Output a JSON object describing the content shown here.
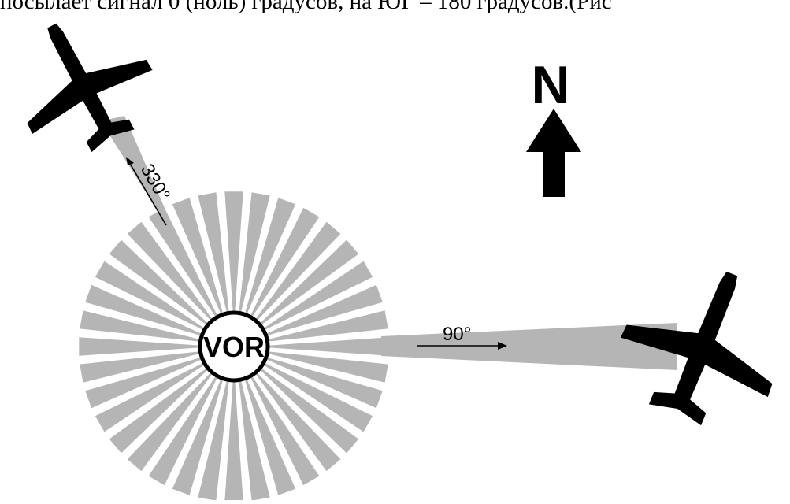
{
  "caption": {
    "text": "посылает сигнал 0 (ноль) градусов, на ЮГ – 180 градусов.(Рис"
  },
  "diagram": {
    "station_label": "VOR",
    "north_label": "N",
    "radials": [
      {
        "angle_label": "330°",
        "bearing_deg": 330
      },
      {
        "angle_label": "90°",
        "bearing_deg": 90
      }
    ],
    "colors": {
      "beam": "#b5b5b5",
      "aircraft": "#000000",
      "ink": "#000000",
      "background": "#ffffff"
    },
    "icons": [
      "aircraft-icon",
      "north-arrow-icon",
      "vor-station-icon"
    ]
  }
}
